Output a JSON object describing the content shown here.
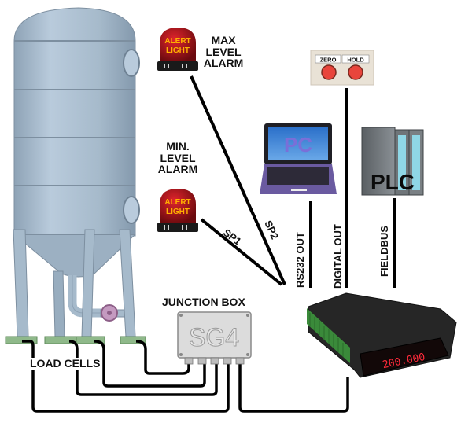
{
  "labels": {
    "max_alarm": [
      "MAX",
      "LEVEL",
      "ALARM"
    ],
    "min_alarm": [
      "MIN.",
      "LEVEL",
      "ALARM"
    ],
    "sp1": "SP1",
    "sp2": "SP2",
    "rs232": "RS232 OUT",
    "digital_out": "DIGITAL OUT",
    "fieldbus": "FIELDBUS",
    "junction_box": "JUNCTION BOX",
    "load_cells": "LOAD CELLS"
  },
  "devices": {
    "alert_light_text": [
      "ALERT",
      "LIGHT"
    ],
    "pc_label": "PC",
    "plc_label": "PLC",
    "junction_box_brand": "SG4",
    "panel_buttons": [
      "ZERO",
      "HOLD"
    ],
    "display_reading": "200.000"
  },
  "colors": {
    "tank": "#a9bccd",
    "alarm_red": "#b0121a",
    "alarm_text": "#ffb000",
    "load_cell": "#8fb98a",
    "display_red": "#ff2a3a",
    "laptop": "#6a5aa0",
    "button_red": "#e8453c"
  }
}
